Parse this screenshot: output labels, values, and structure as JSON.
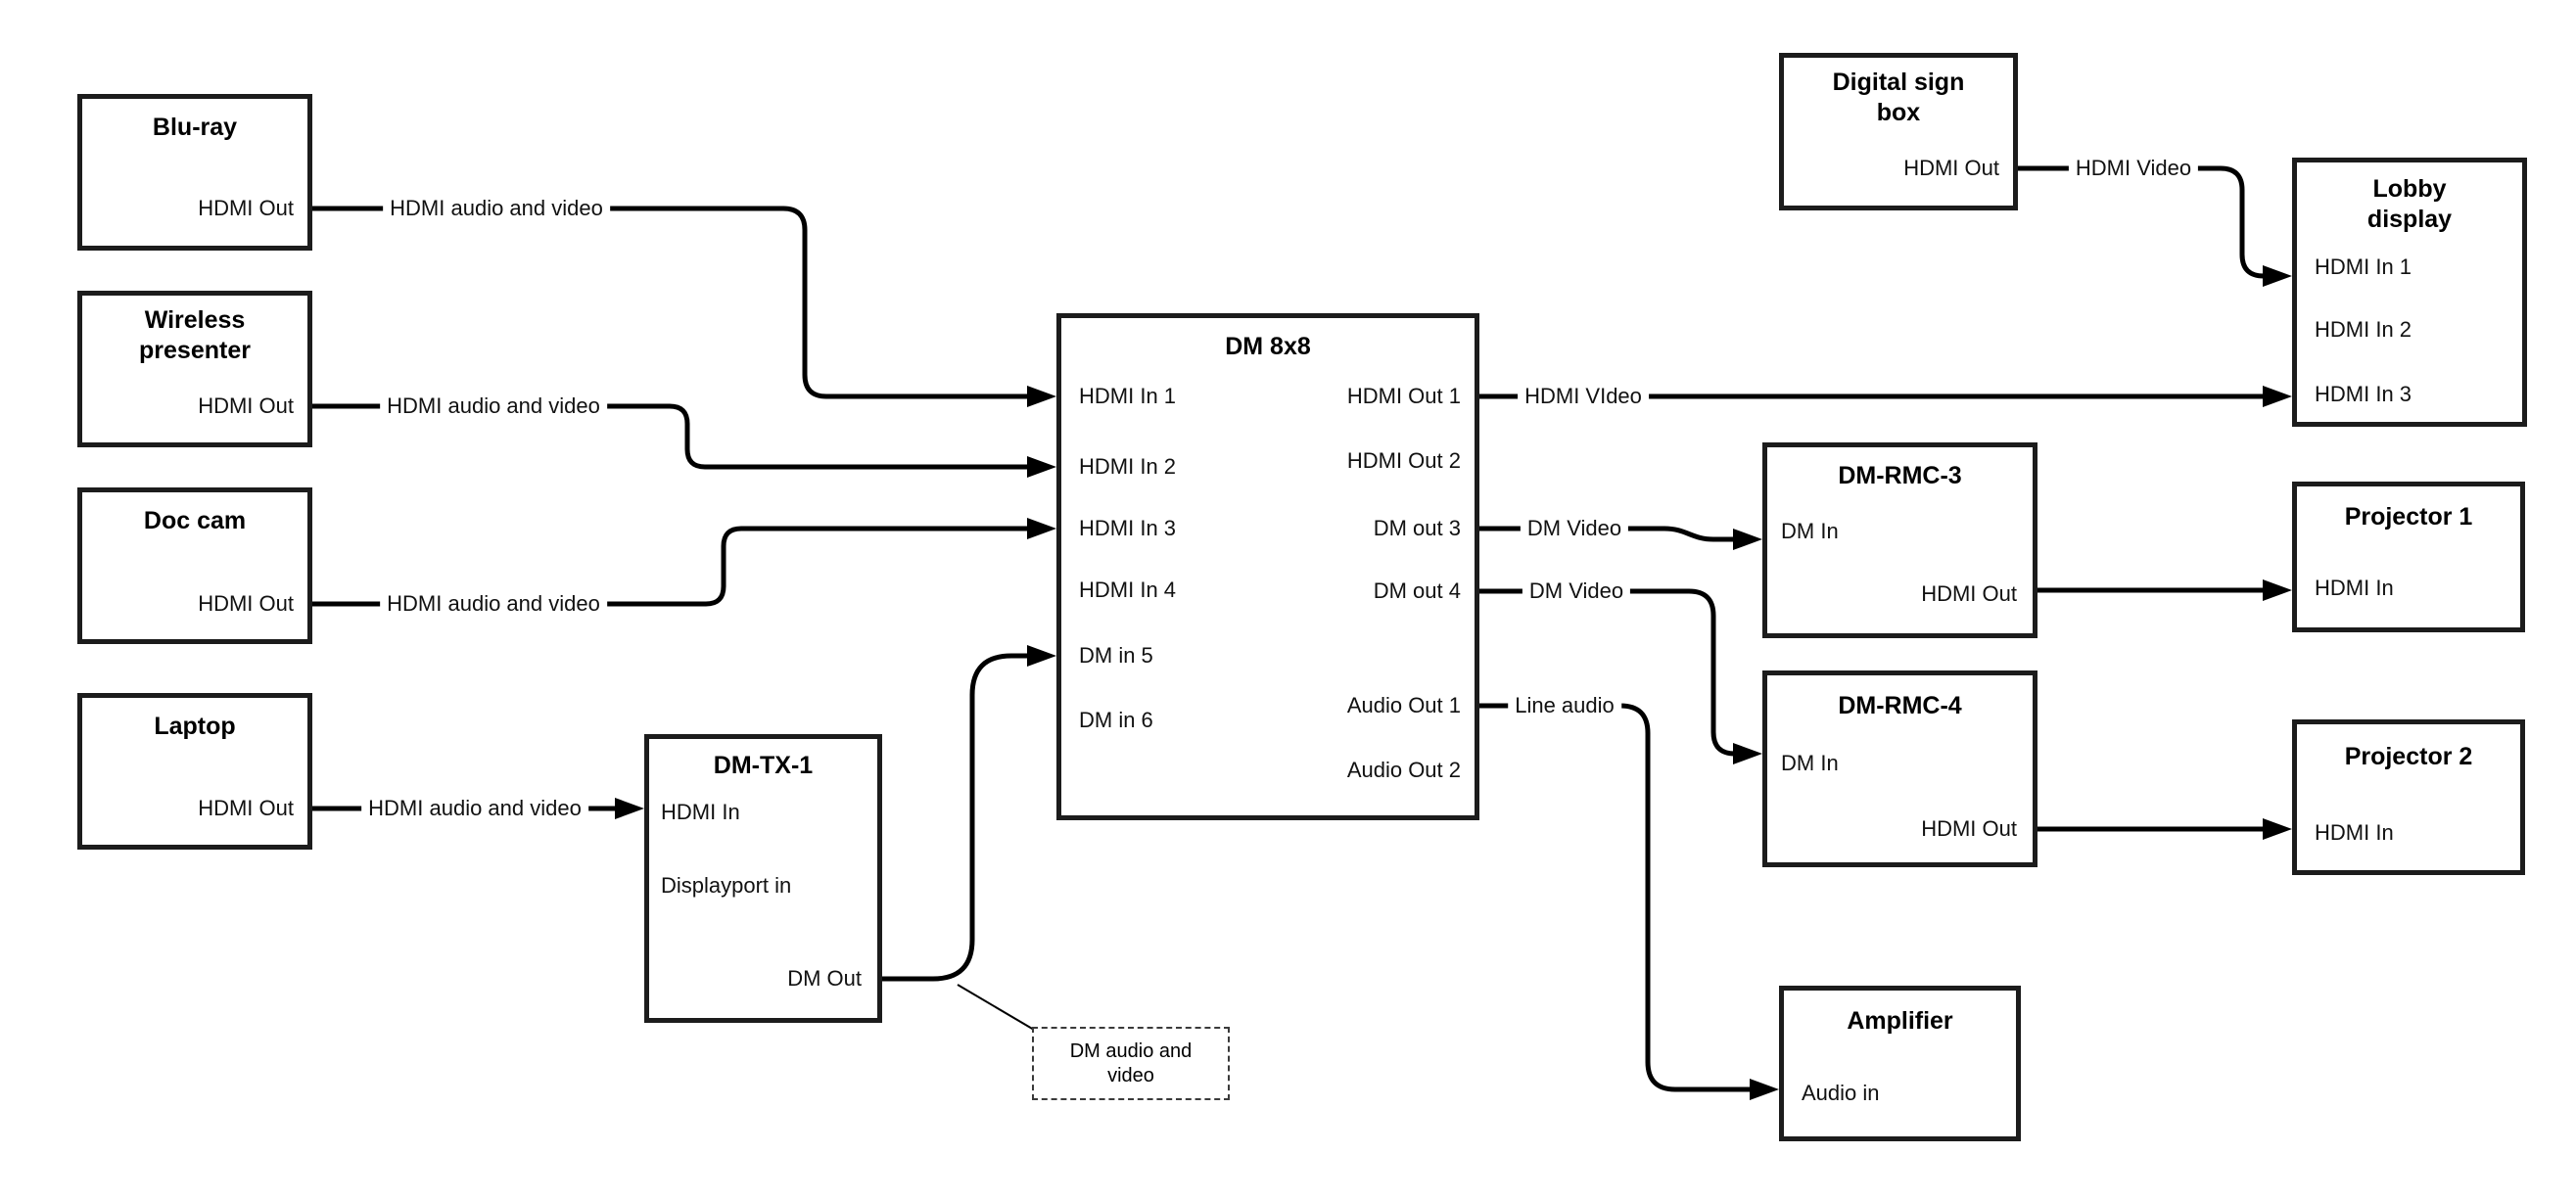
{
  "diagram": {
    "boxes": {
      "bluray": {
        "title": "Blu-ray",
        "port": "HDMI Out"
      },
      "wireless_presenter": {
        "title": "Wireless presenter",
        "port": "HDMI Out"
      },
      "doc_cam": {
        "title": "Doc cam",
        "port": "HDMI Out"
      },
      "laptop": {
        "title": "Laptop",
        "port": "HDMI Out"
      },
      "dm_tx_1": {
        "title": "DM-TX-1",
        "port_hdmi_in": "HDMI In",
        "port_displayport_in": "Displayport in",
        "port_dm_out": "DM Out"
      },
      "dm_8x8": {
        "title": "DM 8x8",
        "inputs": [
          "HDMI In 1",
          "HDMI In 2",
          "HDMI In 3",
          "HDMI In 4",
          "DM in 5",
          "DM in 6"
        ],
        "outputs": [
          "HDMI Out 1",
          "HDMI Out 2",
          "DM out 3",
          "DM out 4",
          "Audio Out 1",
          "Audio Out 2"
        ]
      },
      "digital_sign_box": {
        "title": "Digital sign box",
        "port": "HDMI Out"
      },
      "lobby_display": {
        "title": "Lobby display",
        "ports": [
          "HDMI In 1",
          "HDMI In 2",
          "HDMI In 3"
        ]
      },
      "dm_rmc_3": {
        "title": "DM-RMC-3",
        "port_dm_in": "DM In",
        "port_hdmi_out": "HDMI Out"
      },
      "projector_1": {
        "title": "Projector 1",
        "port": "HDMI In"
      },
      "dm_rmc_4": {
        "title": "DM-RMC-4",
        "port_dm_in": "DM In",
        "port_hdmi_out": "HDMI Out"
      },
      "projector_2": {
        "title": "Projector 2",
        "port": "HDMI In"
      },
      "amplifier": {
        "title": "Amplifier",
        "port": "Audio in"
      }
    },
    "connection_labels": {
      "bluray_to_dm8x8": "HDMI audio and video",
      "wireless_to_dm8x8": "HDMI audio and video",
      "doccam_to_dm8x8": "HDMI audio and video",
      "laptop_to_dmtx1": "HDMI audio and video",
      "hdmi_out1": "HDMI VIdeo",
      "dm_out3": "DM Video",
      "dm_out4": "DM Video",
      "audio_out1": "Line audio",
      "sign_to_lobby": "HDMI Video",
      "callout": "DM audio and video"
    }
  }
}
